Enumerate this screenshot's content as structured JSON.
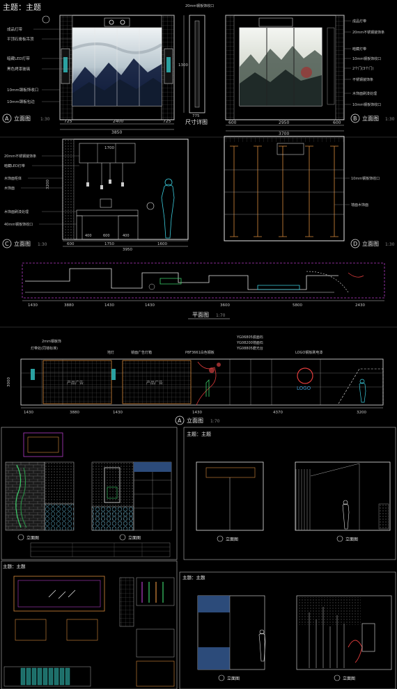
{
  "colors": {
    "background": "#000000",
    "line": "#e6e6e6",
    "dim": "#c8c8c8",
    "annotation": "#7cc7ff",
    "accent_orange": "#d98a3c",
    "accent_magenta": "#b43cc8",
    "accent_green": "#3cd06a",
    "accent_red": "#e03c3c",
    "figure_cyan": "#3ccfe0"
  },
  "panel1": {
    "title": "主题：主题",
    "scale_b": "1:30",
    "elev_a": "立面图",
    "elev_b": "立面图",
    "detail": "尺寸详图",
    "label_a": "A",
    "label_b": "B",
    "notes_left": [
      "成品灯带",
      "平顶石膏板吊顶",
      "暗藏LED灯带",
      "黑色烤漆玻璃",
      "10mm钢板饰收口",
      "10mm钢板包边"
    ],
    "notes_right": [
      "成品灯带",
      "20mm不锈钢装饰条",
      "暗藏灯带",
      "10mm钢板饰收口",
      "2个门(3个门)",
      "不锈钢装饰条",
      "木饰面刷漆处理",
      "10mm钢板饰收口"
    ],
    "dims_a": [
      "725",
      "2400",
      "725",
      "3850"
    ],
    "dims_b": [
      "600",
      "2950",
      "600",
      "3700"
    ],
    "detail_top": "20mm钢板饰收口",
    "detail_dims": [
      "1300",
      "775"
    ]
  },
  "panel2": {
    "elev_c": "立面图",
    "elev_d": "立面图",
    "label_c": "C",
    "label_d": "D",
    "scale": "1:30",
    "notes_c": [
      "20mm不锈钢装饰条",
      "暗藏LED灯带",
      "木饰面柜体",
      "木饰面",
      "木饰面刷漆处理",
      "40mm钢板饰收口"
    ],
    "dims_c_top": "1700",
    "dims_c": [
      "600",
      "1750",
      "1600",
      "3950"
    ],
    "dims_c_small": [
      "400",
      "600",
      "400"
    ],
    "height": "3200",
    "notes_d": [
      "10mm钢板饰收口",
      "墙面木饰面"
    ]
  },
  "plan": {
    "title": "平面图",
    "scale": "1:70",
    "dims": [
      "1430",
      "3880",
      "1430",
      "1430",
      "3600",
      "5800",
      "2430"
    ]
  },
  "long_elev": {
    "title": "立面图",
    "label": "A",
    "scale": "1:70",
    "notes": [
      "2mm钢板饰",
      "灯带处(同墙标准)",
      "地灯",
      "镜面广告灯箱",
      "P8F3661白色钢板",
      "YG06805底面石",
      "YG08200墙面石",
      "YG08805磨光台",
      "LOGO钢板刷电漆"
    ],
    "dims": [
      "1430",
      "3880",
      "1430",
      "1430",
      "4370",
      "3200"
    ],
    "height": "3000",
    "panel_text": "产品广告",
    "logo": "LOGO"
  },
  "sub_left": {
    "header": "主题：主题",
    "label_a": "立面图",
    "label_b": "立面图"
  },
  "sub_right": {
    "header": "主题：主题",
    "label_a": "立面图",
    "label_b": "立面图"
  },
  "bottom": {
    "header_left": "主题：主题",
    "header_right": "主题：主题",
    "label_a": "立面图",
    "label_b": "立面图"
  }
}
